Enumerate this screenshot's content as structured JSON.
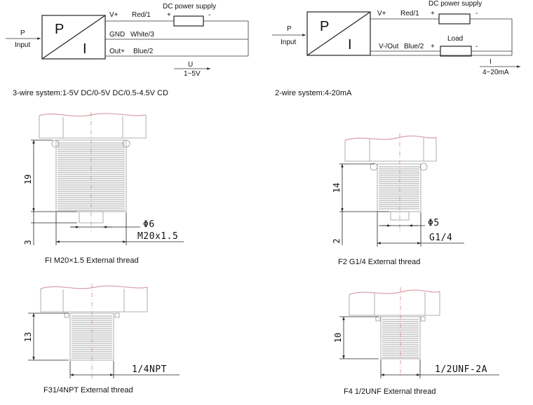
{
  "wiring": {
    "three_wire": {
      "p_label": "P",
      "i_label": "I",
      "input_p": "P",
      "input_label": "Input",
      "power_supply": "DC power supply",
      "plus": "+",
      "minus": "-",
      "vplus": "V+",
      "red": "Red/1",
      "gnd": "GND",
      "white": "White/3",
      "outplus": "Out+",
      "blue": "Blue/2",
      "u_label": "U",
      "range": "1~5V",
      "caption": "3-wire system:1-5V DC/0-5V DC/0.5-4.5V CD"
    },
    "two_wire": {
      "p_label": "P",
      "i_label": "I",
      "input_p": "P",
      "input_label": "Input",
      "power_supply": "DC power supply",
      "plus": "+",
      "minus": "-",
      "vplus": "V+",
      "red": "Red/1",
      "vout": "V-/Out",
      "blue": "Blue/2",
      "load": "Load",
      "load_plus": "+",
      "load_minus": "-",
      "i_out": "I",
      "range": "4~20mA",
      "caption": "2-wire system:4-20mA"
    }
  },
  "threads": {
    "f1": {
      "height": "19",
      "tip": "3",
      "diam": "Φ6",
      "thread": "M20x1.5",
      "caption": "FI M20×1.5 External thread"
    },
    "f2": {
      "height": "14",
      "tip": "2",
      "diam": "Φ5",
      "thread": "G1/4",
      "caption": "F2 G1/4 External thread"
    },
    "f3": {
      "height": "13",
      "thread": "1/4NPT",
      "caption": "F31/4NPT External thread"
    },
    "f4": {
      "height": "10",
      "thread": "1/2UNF-2A",
      "caption": "F4 1/2UNF External thread"
    }
  }
}
